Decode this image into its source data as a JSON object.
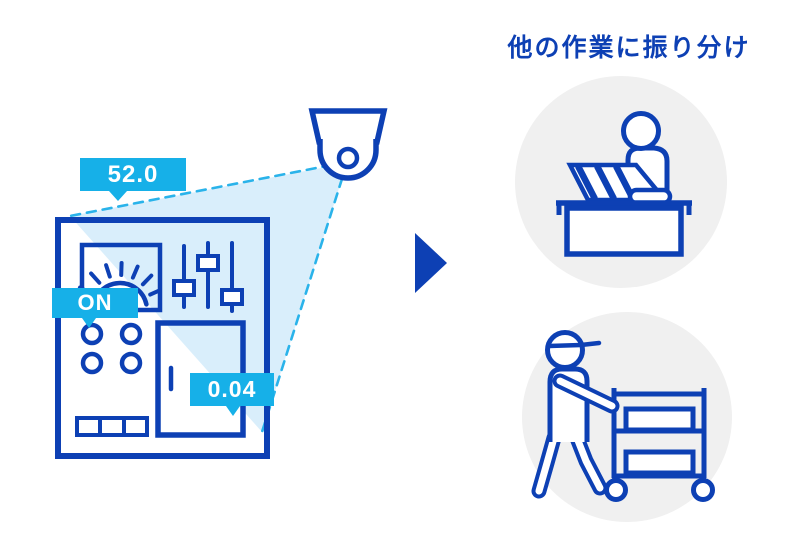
{
  "heading": {
    "label": "他の作業に振り分け"
  },
  "monitoring_scene": {
    "camera_icon": "dome-camera-icon",
    "panel_icon": "control-panel-icon",
    "view_cone_icon": "camera-view-cone",
    "readings": {
      "meter": "52.0",
      "status": "ON",
      "gauge": "0.04"
    }
  },
  "flow": {
    "arrow_icon": "right-arrow-icon"
  },
  "tasks": [
    {
      "id": "desk-work",
      "icon": "office-worker-at-desk-icon"
    },
    {
      "id": "cart-work",
      "icon": "worker-pushing-cart-icon"
    }
  ],
  "colors": {
    "line_blue": "#0d40b4",
    "badge_cyan": "#16b0e8",
    "dash_cyan": "#2ab3ea",
    "cone_fill": "#d9eefb",
    "task_circle_bg": "#f0f0f0",
    "badge_text": "#ffffff"
  }
}
